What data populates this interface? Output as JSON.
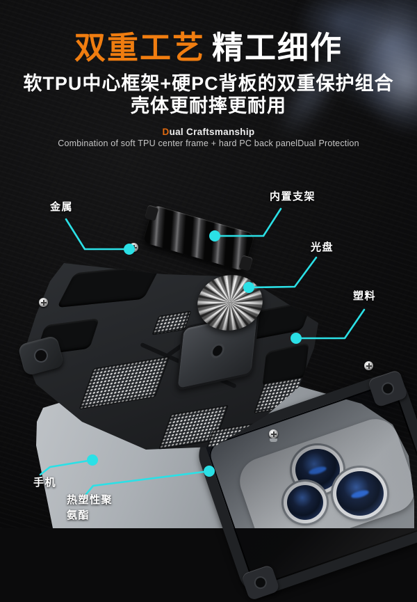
{
  "header": {
    "title_accent": "双重工艺",
    "title_rest": "精工细作",
    "subtitle_line1": "软TPU中心框架+硬PC背板的双重保护组合",
    "subtitle_line2": "壳体更耐摔更耐用",
    "en_title_accent": "D",
    "en_title_rest": "ual Craftsmanship",
    "en_subtitle": "Combination of soft TPU center frame + hard PC back panelDual Protection"
  },
  "callouts": {
    "metal": {
      "label": "金属"
    },
    "bracket": {
      "label": "内置支架"
    },
    "disc": {
      "label": "光盘"
    },
    "plastic": {
      "label": "塑料"
    },
    "phone": {
      "label": "手机"
    },
    "tpu": {
      "label": "热塑性聚氨酯"
    }
  },
  "colors": {
    "accent_orange": "#F07D10",
    "callout_cyan": "#2BE0E6",
    "background": "#0B0B0C",
    "label_text": "#FFFFFF"
  }
}
